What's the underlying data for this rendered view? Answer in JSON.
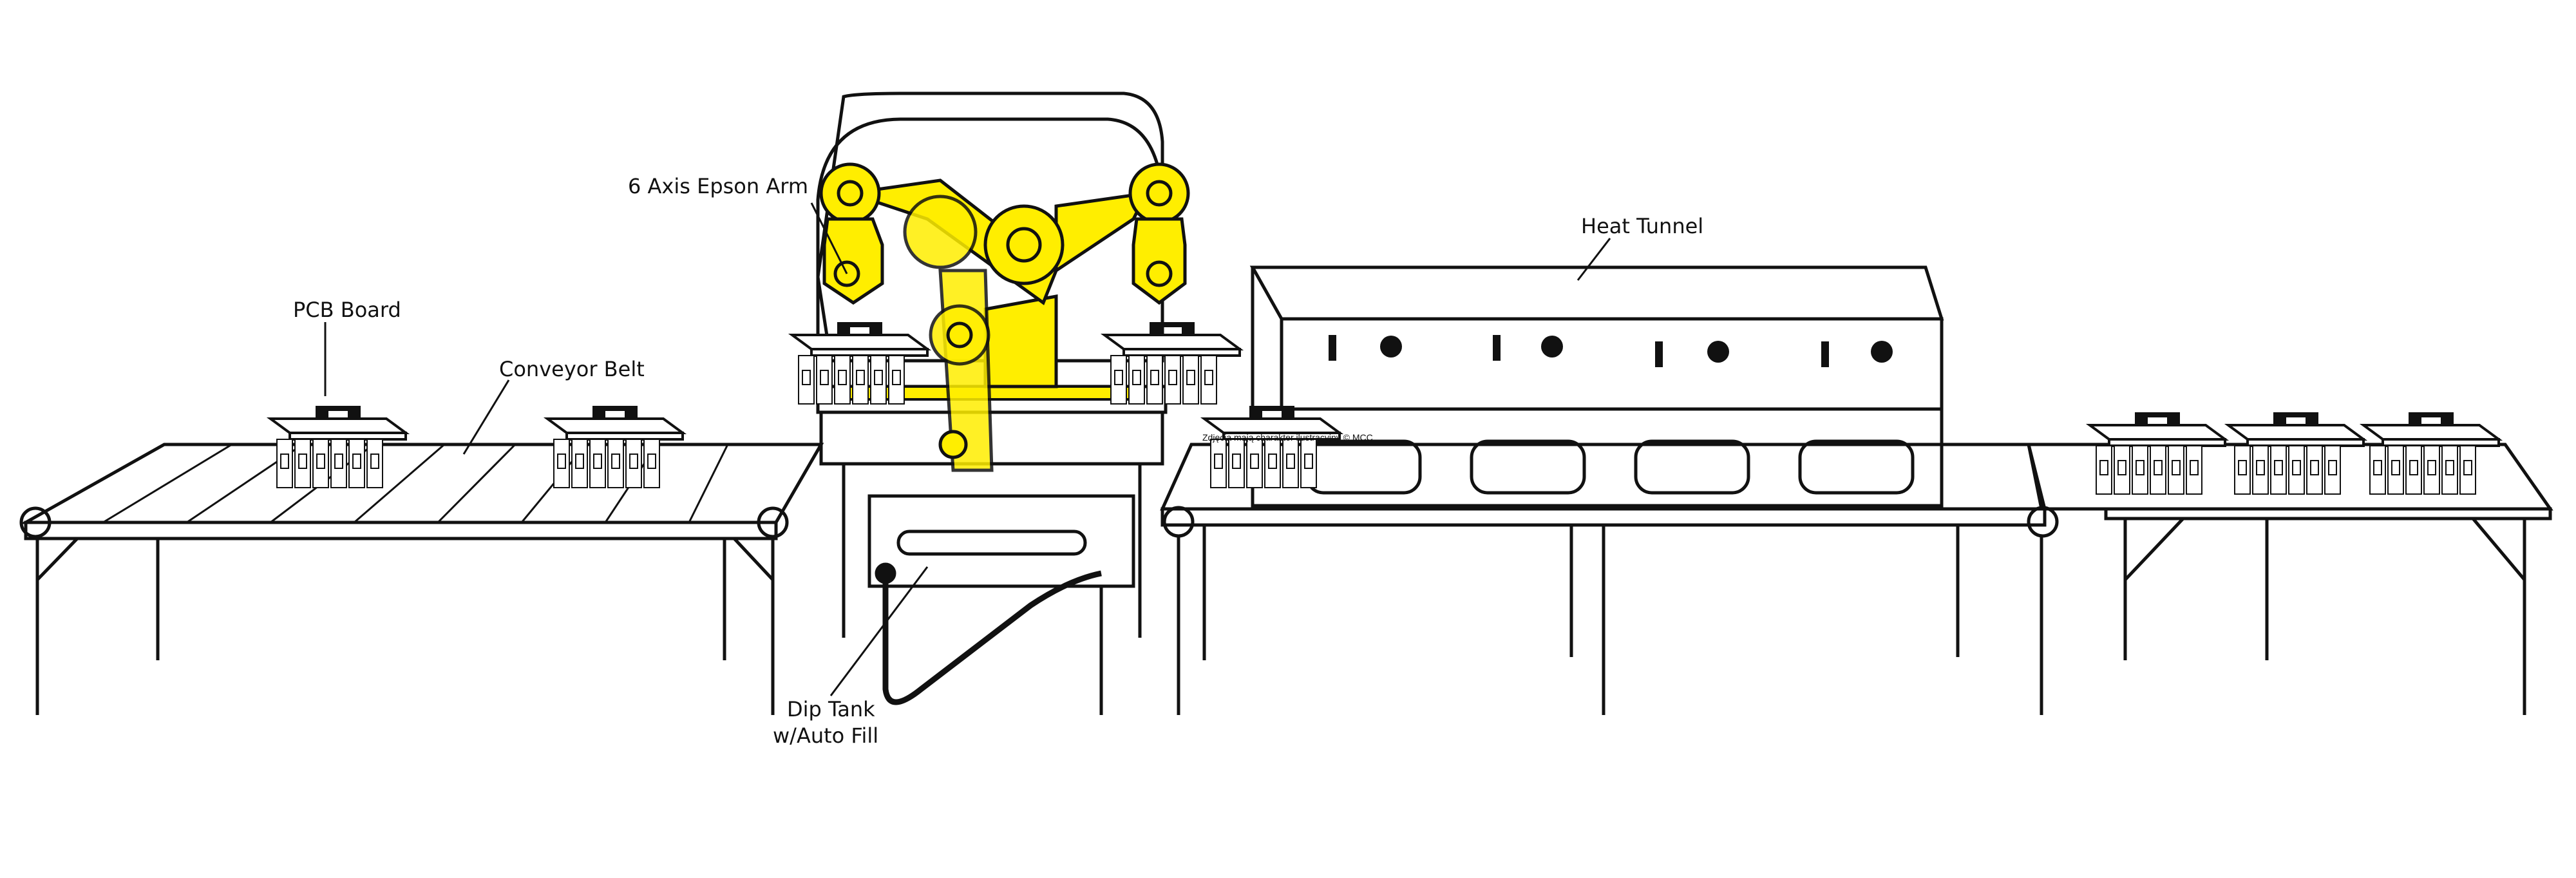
{
  "labels": {
    "pcb_board": "PCB Board",
    "conveyor_belt": "Conveyor Belt",
    "arm": "6 Axis Epson Arm",
    "heat_tunnel": "Heat Tunnel",
    "dip_tank_line1": "Dip Tank",
    "dip_tank_line2": "w/Auto Fill",
    "caption": "Zdjęcia mają charakter ilustracyjny © MCC"
  },
  "colors": {
    "robot": "#ffee00",
    "enclosure": "#93d5f0",
    "line": "#111111"
  }
}
